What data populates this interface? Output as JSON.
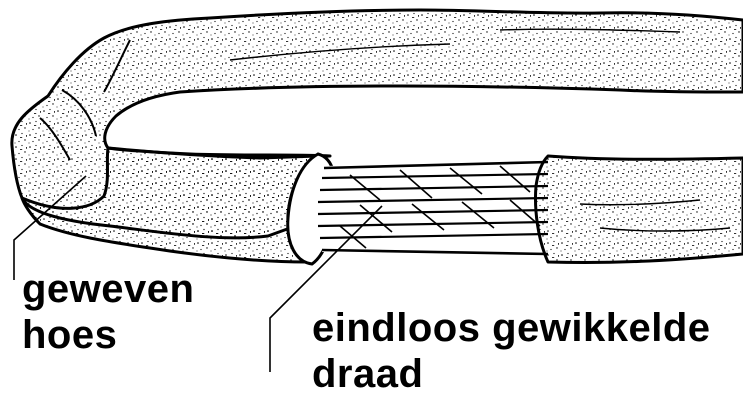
{
  "labels": {
    "cover": {
      "line1": "geweven",
      "line2": "hoes"
    },
    "wire": {
      "line1": "eindloos gewikkelde",
      "line2": "draad"
    }
  },
  "colors": {
    "ink": "#000000",
    "background": "#ffffff",
    "fabric_fill": "#ffffff",
    "core_fill": "#ffffff"
  }
}
